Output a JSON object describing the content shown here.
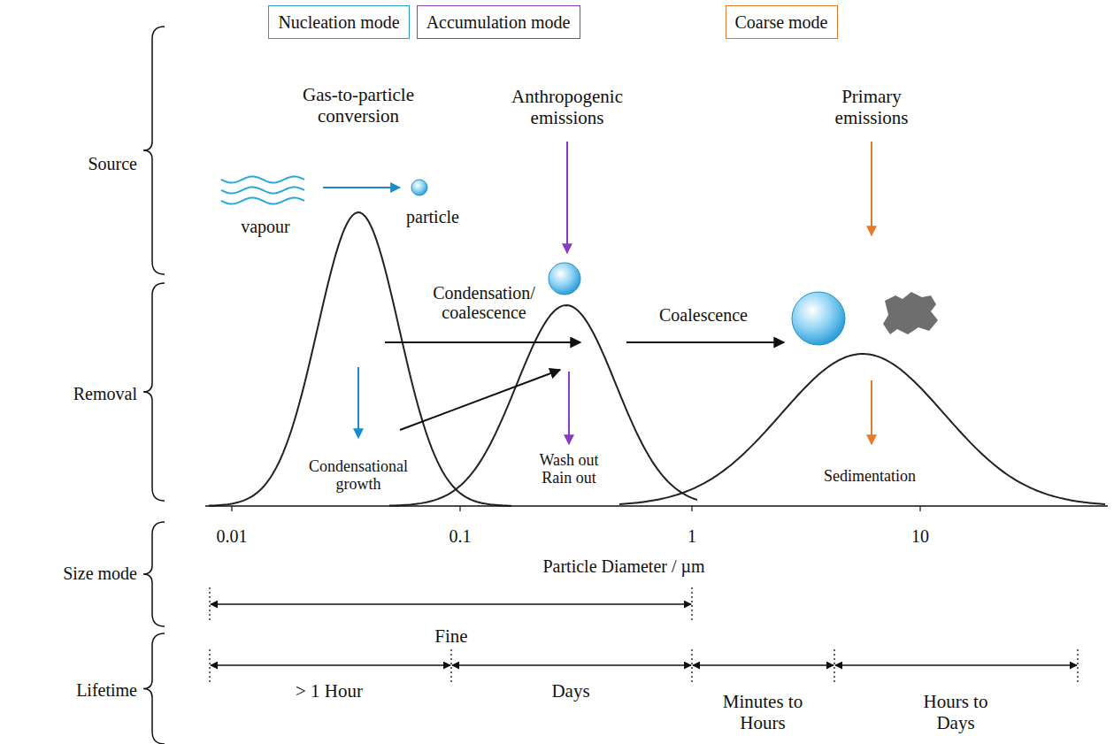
{
  "diagram": {
    "nodes": [
      {
        "text": [
          "Nucleation mode"
        ]
      },
      {
        "text": [
          "Accumulation mode"
        ]
      },
      {
        "text": [
          "Coarse mode"
        ]
      }
    ],
    "labels": [
      "Source",
      "Removal",
      "Size mode",
      "Lifetime",
      "Gas-to-particle conversion",
      "vapour",
      "particle",
      "Anthropogenic emissions",
      "Condensation/ coalescence",
      "Primary emissions",
      "Coalescence",
      "Condensational growth",
      "Wash out Rain out",
      "Sedimentation",
      "0.01",
      "0.1",
      "1",
      "10",
      "Particle Diameter / µm",
      "Fine",
      "> 1 Hour",
      "Days",
      "Minutes to Hours",
      "Hours to Days"
    ]
  }
}
